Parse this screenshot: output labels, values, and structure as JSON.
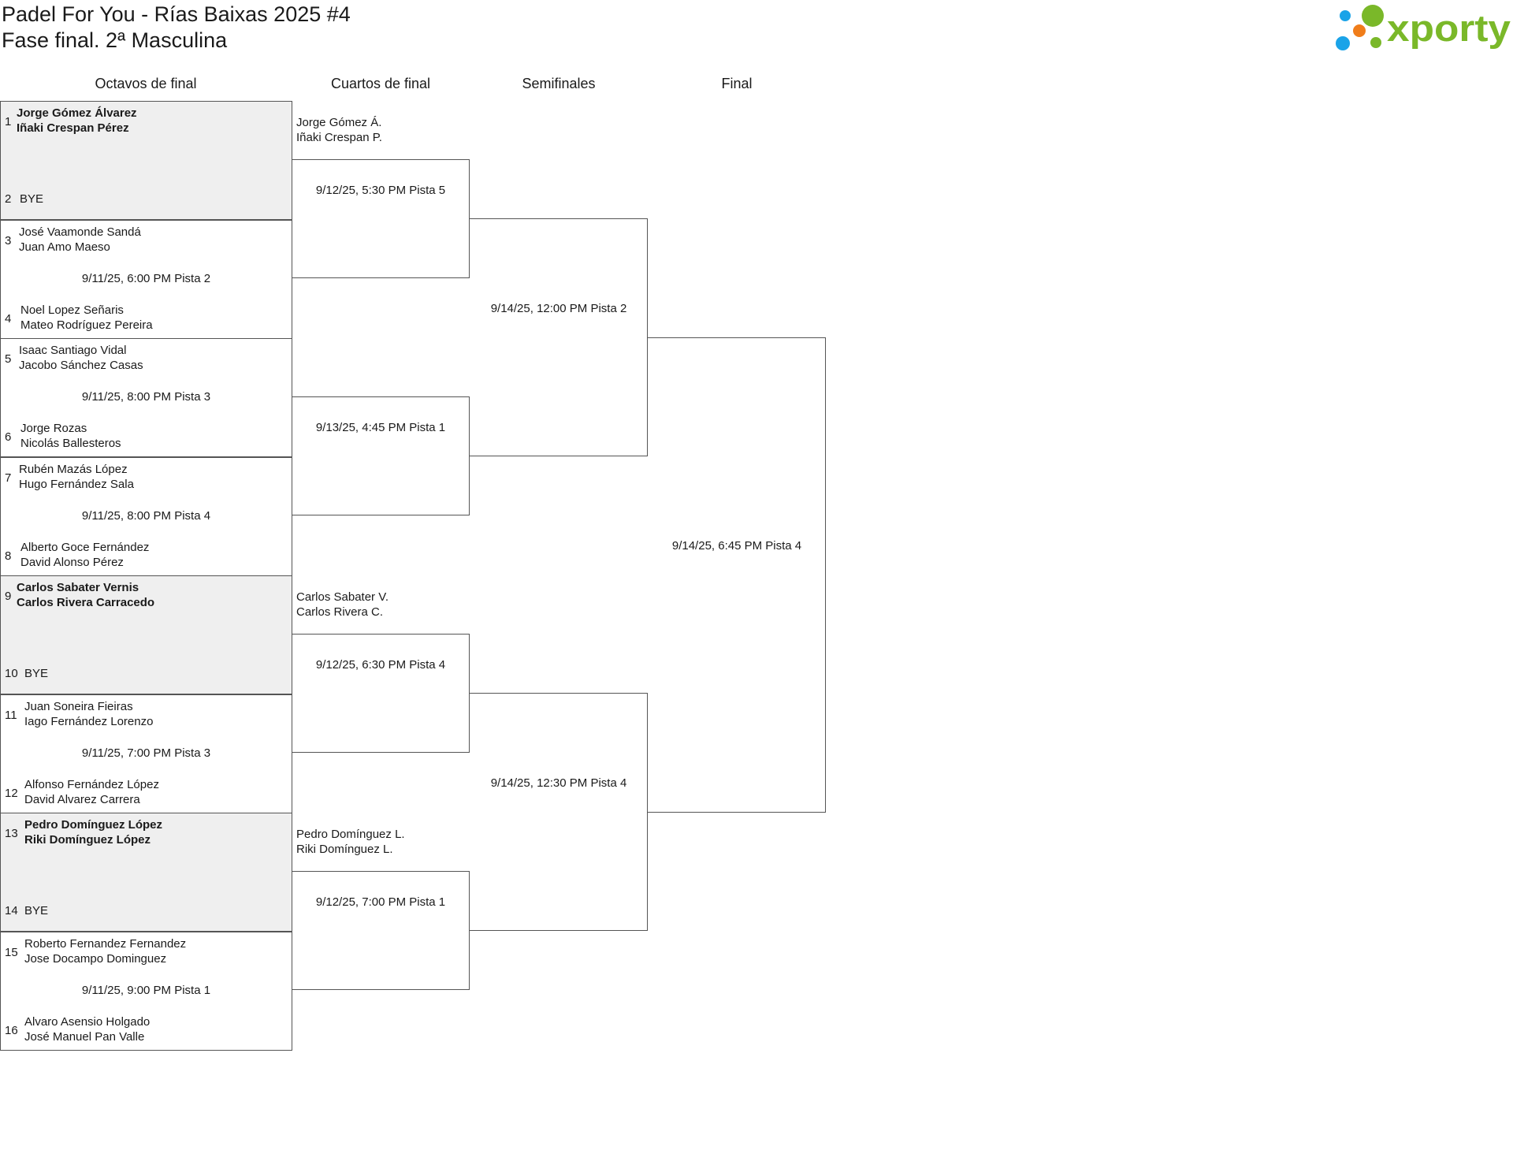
{
  "header": {
    "title_line1": "Padel For You - Rías Baixas 2025 #4",
    "title_line2": "Fase final. 2ª Masculina",
    "logo_text": "xporty"
  },
  "rounds": [
    "Octavos de final",
    "Cuartos de final",
    "Semifinales",
    "Final"
  ],
  "round_of_16": [
    {
      "seed_a": "1",
      "team_a": [
        "Jorge Gómez Álvarez",
        "Iñaki Crespan Pérez"
      ],
      "seed_b": "2",
      "team_b": [
        "BYE"
      ],
      "schedule": "",
      "bye": true
    },
    {
      "seed_a": "3",
      "team_a": [
        "José Vaamonde Sandá",
        "Juan Amo Maeso"
      ],
      "seed_b": "4",
      "team_b": [
        "Noel Lopez Señaris",
        "Mateo Rodríguez Pereira"
      ],
      "schedule": "9/11/25, 6:00 PM Pista 2",
      "bye": false
    },
    {
      "seed_a": "5",
      "team_a": [
        "Isaac Santiago Vidal",
        "Jacobo Sánchez Casas"
      ],
      "seed_b": "6",
      "team_b": [
        "Jorge Rozas",
        "Nicolás Ballesteros"
      ],
      "schedule": "9/11/25, 8:00 PM Pista 3",
      "bye": false
    },
    {
      "seed_a": "7",
      "team_a": [
        "Rubén Mazás López",
        "Hugo Fernández Sala"
      ],
      "seed_b": "8",
      "team_b": [
        "Alberto Goce Fernández",
        "David Alonso Pérez"
      ],
      "schedule": "9/11/25, 8:00 PM Pista 4",
      "bye": false
    },
    {
      "seed_a": "9",
      "team_a": [
        "Carlos Sabater Vernis",
        "Carlos Rivera Carracedo"
      ],
      "seed_b": "10",
      "team_b": [
        "BYE"
      ],
      "schedule": "",
      "bye": true
    },
    {
      "seed_a": "11",
      "team_a": [
        "Juan Soneira Fieiras",
        "Iago Fernández Lorenzo"
      ],
      "seed_b": "12",
      "team_b": [
        "Alfonso Fernández López",
        "David Alvarez Carrera"
      ],
      "schedule": "9/11/25, 7:00 PM Pista 3",
      "bye": false
    },
    {
      "seed_a": "13",
      "team_a": [
        "Pedro Domínguez López",
        "Riki Domínguez López"
      ],
      "seed_b": "14",
      "team_b": [
        "BYE"
      ],
      "schedule": "",
      "bye": true
    },
    {
      "seed_a": "15",
      "team_a": [
        "Roberto Fernandez Fernandez",
        "Jose Docampo Dominguez"
      ],
      "seed_b": "16",
      "team_b": [
        "Alvaro Asensio Holgado",
        "José Manuel Pan Valle"
      ],
      "schedule": "9/11/25, 9:00 PM Pista 1",
      "bye": false
    }
  ],
  "quarterfinals": [
    {
      "team_a": [
        "Jorge Gómez Á.",
        "Iñaki Crespan P."
      ],
      "schedule": "9/12/25, 5:30 PM Pista 5"
    },
    {
      "team_a": [],
      "schedule": "9/13/25, 4:45 PM Pista 1"
    },
    {
      "team_a": [
        "Carlos Sabater V.",
        "Carlos Rivera C."
      ],
      "schedule": "9/12/25, 6:30 PM Pista 4"
    },
    {
      "team_a": [
        "Pedro Domínguez L.",
        "Riki Domínguez L."
      ],
      "schedule": "9/12/25, 7:00 PM Pista 1"
    }
  ],
  "semifinals": [
    {
      "schedule": "9/14/25, 12:00 PM Pista 2"
    },
    {
      "schedule": "9/14/25, 12:30 PM Pista 4"
    }
  ],
  "final": {
    "schedule": "9/14/25, 6:45 PM Pista 4"
  },
  "colors": {
    "border": "#555555",
    "bye_shade": "#efefef",
    "logo_green": "#7ab829",
    "logo_blue": "#1aa3e8",
    "logo_orange": "#f07d1a"
  }
}
